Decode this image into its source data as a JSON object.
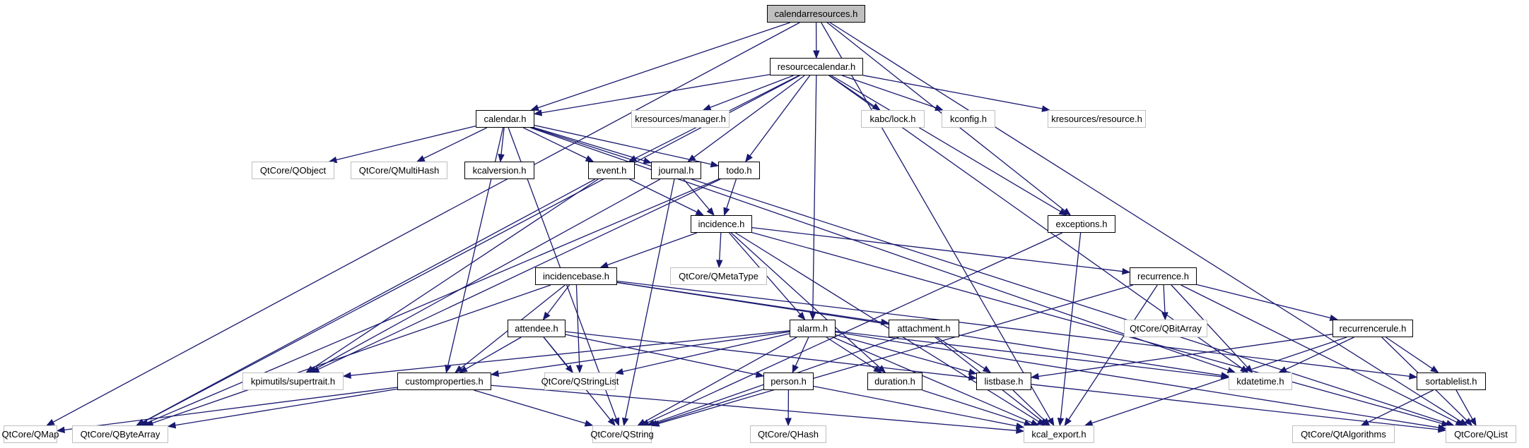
{
  "graph": {
    "title": "calendarresources.h",
    "colors": {
      "edge": "#191970",
      "root_fill": "#bfbfbf",
      "local_border": "#000000",
      "external_border": "#bfbfbf"
    },
    "nodes": [
      {
        "id": "calendarresources",
        "label": "calendarresources.h",
        "kind": "root"
      },
      {
        "id": "resourcecalendar",
        "label": "resourcecalendar.h",
        "kind": "local"
      },
      {
        "id": "calendar",
        "label": "calendar.h",
        "kind": "local"
      },
      {
        "id": "krmanager",
        "label": "kresources/manager.h",
        "kind": "external"
      },
      {
        "id": "kabclock",
        "label": "kabc/lock.h",
        "kind": "external"
      },
      {
        "id": "kconfig",
        "label": "kconfig.h",
        "kind": "external"
      },
      {
        "id": "krresource",
        "label": "kresources/resource.h",
        "kind": "external"
      },
      {
        "id": "qobject",
        "label": "QtCore/QObject",
        "kind": "external"
      },
      {
        "id": "qmultihash",
        "label": "QtCore/QMultiHash",
        "kind": "external"
      },
      {
        "id": "kcalversion",
        "label": "kcalversion.h",
        "kind": "local"
      },
      {
        "id": "event",
        "label": "event.h",
        "kind": "local"
      },
      {
        "id": "journal",
        "label": "journal.h",
        "kind": "local"
      },
      {
        "id": "todo",
        "label": "todo.h",
        "kind": "local"
      },
      {
        "id": "incidence",
        "label": "incidence.h",
        "kind": "local"
      },
      {
        "id": "exceptions",
        "label": "exceptions.h",
        "kind": "local"
      },
      {
        "id": "incidencebase",
        "label": "incidencebase.h",
        "kind": "local"
      },
      {
        "id": "qmetatype",
        "label": "QtCore/QMetaType",
        "kind": "external"
      },
      {
        "id": "recurrence",
        "label": "recurrence.h",
        "kind": "local"
      },
      {
        "id": "attendee",
        "label": "attendee.h",
        "kind": "local"
      },
      {
        "id": "alarm",
        "label": "alarm.h",
        "kind": "local"
      },
      {
        "id": "attachment",
        "label": "attachment.h",
        "kind": "local"
      },
      {
        "id": "qbitarray",
        "label": "QtCore/QBitArray",
        "kind": "external"
      },
      {
        "id": "recurrencerule",
        "label": "recurrencerule.h",
        "kind": "local"
      },
      {
        "id": "supertrait",
        "label": "kpimutils/supertrait.h",
        "kind": "external"
      },
      {
        "id": "customproperties",
        "label": "customproperties.h",
        "kind": "local"
      },
      {
        "id": "qstringlist",
        "label": "QtCore/QStringList",
        "kind": "external"
      },
      {
        "id": "person",
        "label": "person.h",
        "kind": "local"
      },
      {
        "id": "duration",
        "label": "duration.h",
        "kind": "local"
      },
      {
        "id": "listbase",
        "label": "listbase.h",
        "kind": "local"
      },
      {
        "id": "kdatetime",
        "label": "kdatetime.h",
        "kind": "external"
      },
      {
        "id": "sortablelist",
        "label": "sortablelist.h",
        "kind": "local"
      },
      {
        "id": "qmap",
        "label": "QtCore/QMap",
        "kind": "external"
      },
      {
        "id": "qbytearray",
        "label": "QtCore/QByteArray",
        "kind": "external"
      },
      {
        "id": "qstring",
        "label": "QtCore/QString",
        "kind": "external"
      },
      {
        "id": "qhash",
        "label": "QtCore/QHash",
        "kind": "external"
      },
      {
        "id": "kcalexport",
        "label": "kcal_export.h",
        "kind": "external"
      },
      {
        "id": "qtalgorithms",
        "label": "QtCore/QtAlgorithms",
        "kind": "external"
      },
      {
        "id": "qlist",
        "label": "QtCore/QList",
        "kind": "external"
      }
    ],
    "edges": [
      [
        "calendarresources",
        "resourcecalendar"
      ],
      [
        "calendarresources",
        "calendar"
      ],
      [
        "calendarresources",
        "qmap"
      ],
      [
        "calendarresources",
        "exceptions"
      ],
      [
        "calendarresources",
        "kcalexport"
      ],
      [
        "calendarresources",
        "qlist"
      ],
      [
        "resourcecalendar",
        "calendar"
      ],
      [
        "resourcecalendar",
        "krmanager"
      ],
      [
        "resourcecalendar",
        "kabclock"
      ],
      [
        "resourcecalendar",
        "kconfig"
      ],
      [
        "resourcecalendar",
        "krresource"
      ],
      [
        "resourcecalendar",
        "event"
      ],
      [
        "resourcecalendar",
        "journal"
      ],
      [
        "resourcecalendar",
        "todo"
      ],
      [
        "resourcecalendar",
        "exceptions"
      ],
      [
        "resourcecalendar",
        "alarm"
      ],
      [
        "resourcecalendar",
        "kdatetime"
      ],
      [
        "resourcecalendar",
        "qbytearray"
      ],
      [
        "calendar",
        "qobject"
      ],
      [
        "calendar",
        "qmultihash"
      ],
      [
        "calendar",
        "kcalversion"
      ],
      [
        "calendar",
        "event"
      ],
      [
        "calendar",
        "journal"
      ],
      [
        "calendar",
        "todo"
      ],
      [
        "calendar",
        "customproperties"
      ],
      [
        "calendar",
        "qstring"
      ],
      [
        "calendar",
        "kdatetime"
      ],
      [
        "calendar",
        "qlist"
      ],
      [
        "event",
        "incidence"
      ],
      [
        "event",
        "qbytearray"
      ],
      [
        "event",
        "supertrait"
      ],
      [
        "journal",
        "incidence"
      ],
      [
        "journal",
        "qstring"
      ],
      [
        "journal",
        "supertrait"
      ],
      [
        "todo",
        "incidence"
      ],
      [
        "todo",
        "supertrait"
      ],
      [
        "todo",
        "qbytearray"
      ],
      [
        "incidence",
        "incidencebase"
      ],
      [
        "incidence",
        "qmetatype"
      ],
      [
        "incidence",
        "alarm"
      ],
      [
        "incidence",
        "recurrence"
      ],
      [
        "incidence",
        "duration"
      ],
      [
        "incidence",
        "kcalexport"
      ],
      [
        "incidence",
        "qlist"
      ],
      [
        "exceptions",
        "qstring"
      ],
      [
        "exceptions",
        "kcalexport"
      ],
      [
        "incidencebase",
        "attendee"
      ],
      [
        "incidencebase",
        "customproperties"
      ],
      [
        "incidencebase",
        "qstringlist"
      ],
      [
        "incidencebase",
        "attachment"
      ],
      [
        "incidencebase",
        "kdatetime"
      ],
      [
        "incidencebase",
        "qbytearray"
      ],
      [
        "incidencebase",
        "sortablelist"
      ],
      [
        "recurrence",
        "qbitarray"
      ],
      [
        "recurrence",
        "recurrencerule"
      ],
      [
        "recurrence",
        "kdatetime"
      ],
      [
        "recurrence",
        "qstring"
      ],
      [
        "recurrence",
        "kcalexport"
      ],
      [
        "recurrence",
        "qlist"
      ],
      [
        "attendee",
        "customproperties"
      ],
      [
        "attendee",
        "qstringlist"
      ],
      [
        "attendee",
        "person"
      ],
      [
        "attendee",
        "qstring"
      ],
      [
        "attendee",
        "listbase"
      ],
      [
        "alarm",
        "customproperties"
      ],
      [
        "alarm",
        "supertrait"
      ],
      [
        "alarm",
        "qstringlist"
      ],
      [
        "alarm",
        "person"
      ],
      [
        "alarm",
        "duration"
      ],
      [
        "alarm",
        "listbase"
      ],
      [
        "alarm",
        "kdatetime"
      ],
      [
        "alarm",
        "qstring"
      ],
      [
        "alarm",
        "kcalexport"
      ],
      [
        "alarm",
        "qlist"
      ],
      [
        "attachment",
        "listbase"
      ],
      [
        "attachment",
        "kcalexport"
      ],
      [
        "attachment",
        "qstring"
      ],
      [
        "recurrencerule",
        "listbase"
      ],
      [
        "recurrencerule",
        "kdatetime"
      ],
      [
        "recurrencerule",
        "sortablelist"
      ],
      [
        "recurrencerule",
        "kcalexport"
      ],
      [
        "recurrencerule",
        "qlist"
      ],
      [
        "customproperties",
        "qmap"
      ],
      [
        "customproperties",
        "qbytearray"
      ],
      [
        "customproperties",
        "qstring"
      ],
      [
        "customproperties",
        "kcalexport"
      ],
      [
        "person",
        "qhash"
      ],
      [
        "person",
        "qstring"
      ],
      [
        "person",
        "kcalexport"
      ],
      [
        "duration",
        "kcalexport"
      ],
      [
        "listbase",
        "kcalexport"
      ],
      [
        "listbase",
        "qlist"
      ],
      [
        "sortablelist",
        "qtalgorithms"
      ],
      [
        "sortablelist",
        "qlist"
      ]
    ]
  }
}
